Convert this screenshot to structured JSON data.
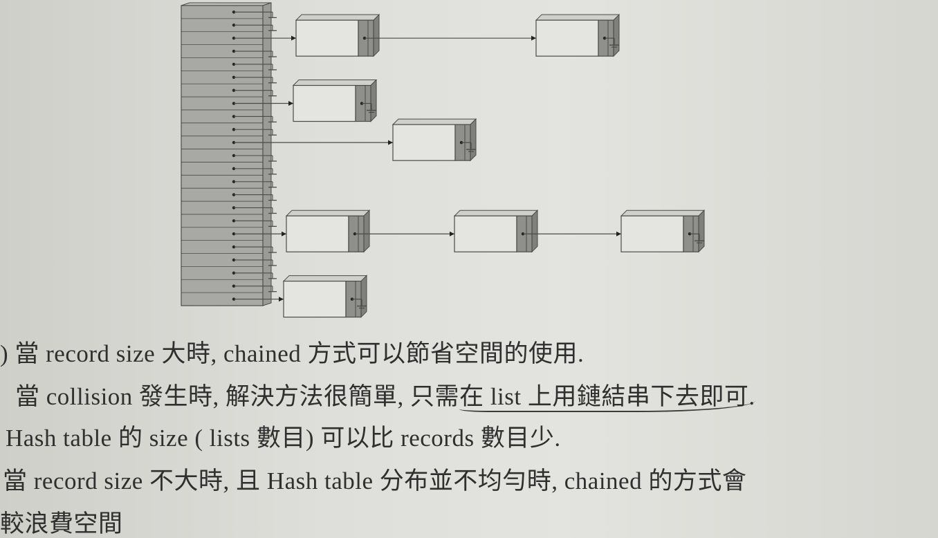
{
  "text": {
    "line1": ") 當 record size 大時, chained 方式可以節省空間的使用.",
    "line2_a": "當 collision 發生時, 解決方法很簡單, 只需",
    "line2_b": "在 list 上用鏈結串下去即可.",
    "line3": "Hash table 的 size ( lists 數目) 可以比 records 數目少.",
    "line4": "當 record size 不大時, 且 Hash table 分布並不均勻時, chained 的方式會",
    "line5": "較浪費空間"
  },
  "diagram_data": {
    "hash_table_slots": 23,
    "chains": [
      {
        "slot": 2,
        "nodes": 2
      },
      {
        "slot": 7,
        "nodes": 1
      },
      {
        "slot": 10,
        "nodes": 1
      },
      {
        "slot": 17,
        "nodes": 3
      },
      {
        "slot": 22,
        "nodes": 1
      }
    ],
    "colors": {
      "table_fill": "#a8a8a4",
      "node_fill": "#e4e4e0",
      "pointer_fill": "#8f8f8b",
      "line": "#4a4a4a"
    }
  }
}
